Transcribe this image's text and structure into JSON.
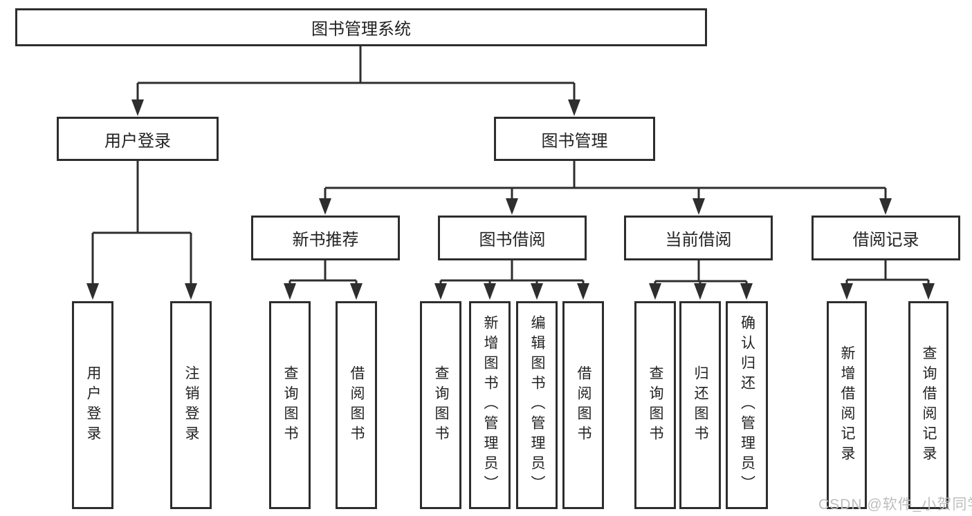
{
  "diagram": {
    "root": {
      "label": "图书管理系统"
    },
    "branches": [
      {
        "label": "用户登录",
        "children": [
          {
            "label": "用户登录"
          },
          {
            "label": "注销登录"
          }
        ]
      },
      {
        "label": "图书管理",
        "children": [
          {
            "label": "新书推荐",
            "children": [
              {
                "label": "查询图书"
              },
              {
                "label": "借阅图书"
              }
            ]
          },
          {
            "label": "图书借阅",
            "children": [
              {
                "label": "查询图书"
              },
              {
                "label": "新增图书（管理员）"
              },
              {
                "label": "编辑图书（管理员）"
              },
              {
                "label": "借阅图书"
              }
            ]
          },
          {
            "label": "当前借阅",
            "children": [
              {
                "label": "查询图书"
              },
              {
                "label": "归还图书"
              },
              {
                "label": "确认归还（管理员）"
              }
            ]
          },
          {
            "label": "借阅记录",
            "children": [
              {
                "label": "新增借阅记录"
              },
              {
                "label": "查询借阅记录"
              }
            ]
          }
        ]
      }
    ]
  },
  "watermark": {
    "text": "CSDN @软件_小贺同学"
  },
  "colors": {
    "line": "#2e2e2e",
    "box_border": "#2d2d2d",
    "box_background": "#ffffff",
    "text": "#222222",
    "watermark": "#bdbdbd"
  }
}
